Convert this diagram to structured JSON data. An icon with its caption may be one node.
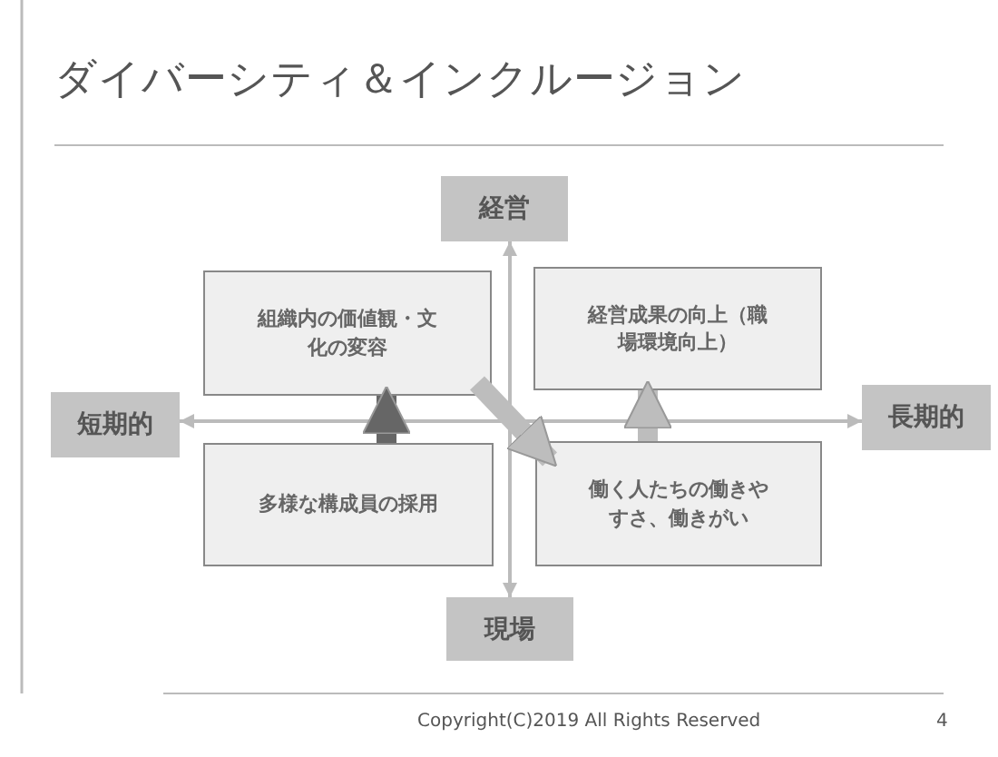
{
  "diagram": {
    "title": "ダイバーシティ＆インクルージョン",
    "nodes": [
      {
        "text": [
          "経営"
        ]
      },
      {
        "text": [
          "短期的"
        ]
      },
      {
        "text": [
          "長期的"
        ]
      },
      {
        "text": [
          "現場"
        ]
      },
      {
        "text": [
          "組織内の価値観・文化の変容"
        ]
      },
      {
        "text": [
          "経営成果の向上（職場環境向上）"
        ]
      },
      {
        "text": [
          "多様な構成員の採用"
        ]
      },
      {
        "text": [
          "働く人たちの働きやすさ、働きがい"
        ]
      }
    ],
    "edges": [
      {
        "from": 6,
        "to": 4,
        "arrow": "to",
        "color": "#666666"
      },
      {
        "from": 4,
        "to": 7,
        "arrow": "to"
      },
      {
        "from": 7,
        "to": 5,
        "arrow": "to"
      },
      {
        "from": 0,
        "to": 3,
        "arrow": "both"
      },
      {
        "from": 1,
        "to": 2,
        "arrow": "both"
      }
    ],
    "labels": [
      "Copyright(C)2019 All Rights Reserved",
      "4"
    ]
  }
}
